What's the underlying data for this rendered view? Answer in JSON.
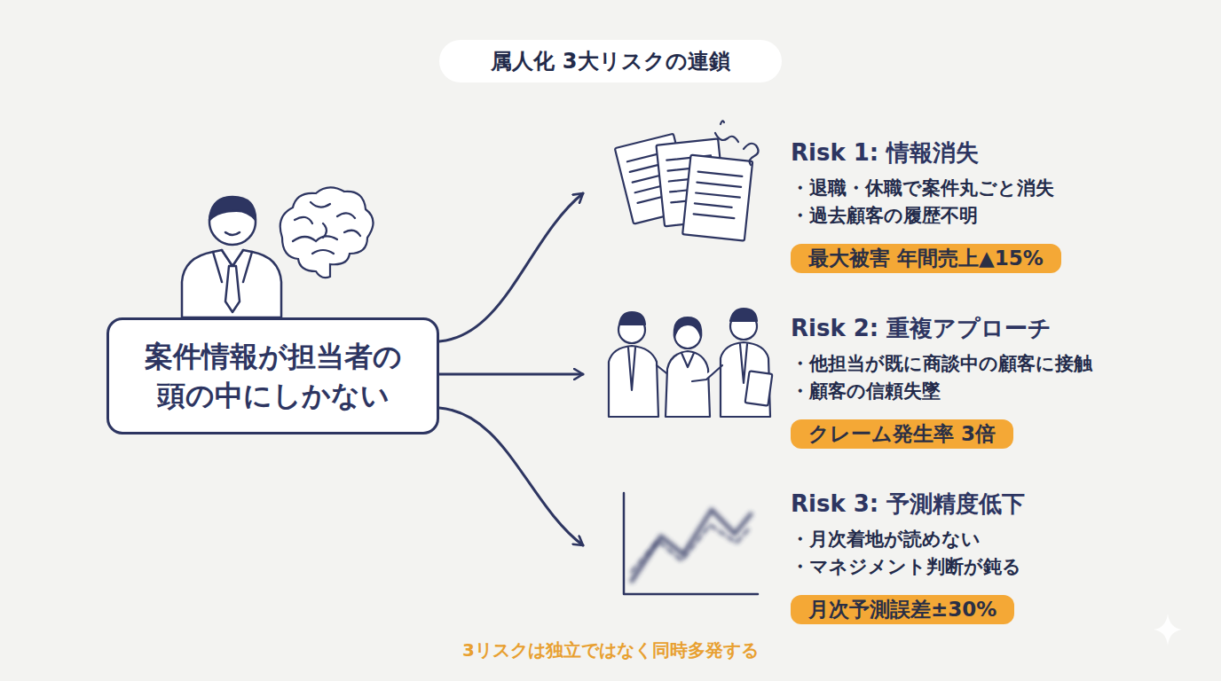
{
  "diagram": {
    "title": "属人化 3大リスクの連鎖",
    "caption": "3リスクは独立ではなく同時多発する",
    "nodes": [
      {
        "text": [
          "案件情報が担当者の 頭の中にしかない"
        ]
      },
      {
        "text": [
          "Risk 1: 情報消失",
          "・退職・休職で案件丸ごと消失",
          "・過去顧客の履歴不明"
        ]
      },
      {
        "text": [
          "最大被害 年間売上▲15%"
        ],
        "in": 1
      },
      {
        "text": [
          "Risk 2: 重複アプローチ",
          "・他担当が既に商談中の顧客に接触",
          "・顧客の信頼失墜"
        ]
      },
      {
        "text": [
          "クレーム発生率 3倍"
        ],
        "in": 3
      },
      {
        "text": [
          "Risk 3: 予測精度低下",
          "・月次着地が読めない",
          "・マネジメント判断が鈍る"
        ]
      },
      {
        "text": [
          "月次予測誤差±30%"
        ],
        "in": 5
      }
    ],
    "edges": [
      {
        "from": 0,
        "to": 1,
        "arrow": "to"
      },
      {
        "from": 0,
        "to": 3,
        "arrow": "to"
      },
      {
        "from": 0,
        "to": 5,
        "arrow": "to"
      }
    ]
  }
}
